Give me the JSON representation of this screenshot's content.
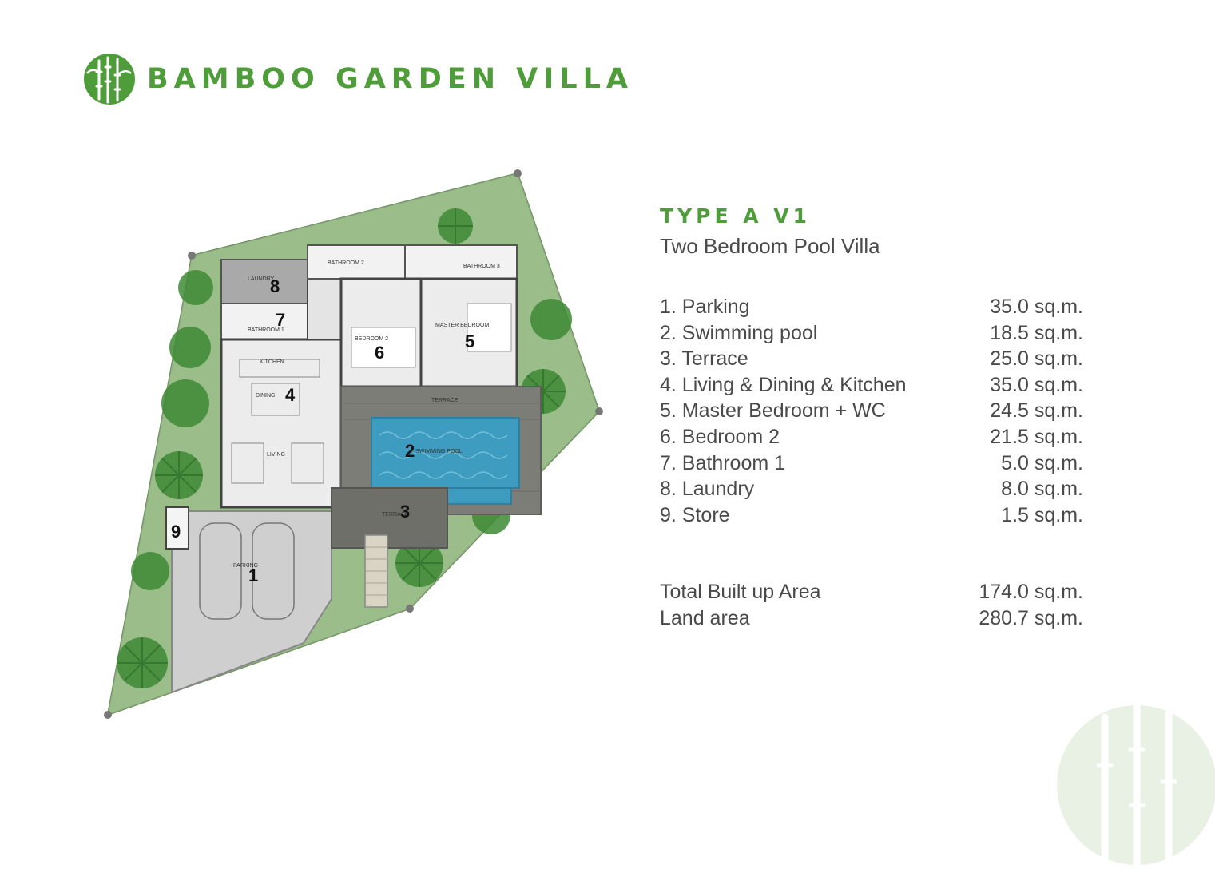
{
  "brand": {
    "title": "BAMBOO GARDEN VILLA",
    "color": "#4e9c3a"
  },
  "villa": {
    "type": "TYPE A V1",
    "subtitle": "Two Bedroom Pool Villa"
  },
  "areas": [
    {
      "label": "1. Parking",
      "value": "35.0 sq.m."
    },
    {
      "label": "2. Swimming pool",
      "value": "18.5 sq.m."
    },
    {
      "label": "3. Terrace",
      "value": "25.0 sq.m."
    },
    {
      "label": "4. Living & Dining & Kitchen",
      "value": "35.0 sq.m."
    },
    {
      "label": "5. Master Bedroom + WC",
      "value": "24.5 sq.m."
    },
    {
      "label": "6. Bedroom 2",
      "value": "21.5 sq.m."
    },
    {
      "label": "7. Bathroom 1",
      "value": "5.0 sq.m."
    },
    {
      "label": "8. Laundry",
      "value": "8.0 sq.m."
    },
    {
      "label": "9. Store",
      "value": "1.5 sq.m."
    }
  ],
  "totals": [
    {
      "label": "Total Built up Area",
      "value": "174.0 sq.m."
    },
    {
      "label": "Land area",
      "value": "280.7 sq.m."
    }
  ],
  "plan": {
    "markers": [
      "1",
      "2",
      "3",
      "4",
      "5",
      "6",
      "7",
      "8",
      "9"
    ],
    "room_labels": {
      "bathroom_2": "BATHROOM 2",
      "bathroom_3": "BATHROOM 3",
      "laundry": "LAUNDRY",
      "bathroom_1": "BATHROOM 1",
      "kitchen": "KITCHEN",
      "dining": "DINING",
      "living": "LIVING",
      "bedroom_2": "BEDROOM 2",
      "master_bedroom": "MASTER BEDROOM",
      "terrace_top": "TERRACE",
      "swimming_pool": "SWIMMING POOL",
      "terrace": "TERRACE",
      "parking": "PARKING"
    }
  }
}
